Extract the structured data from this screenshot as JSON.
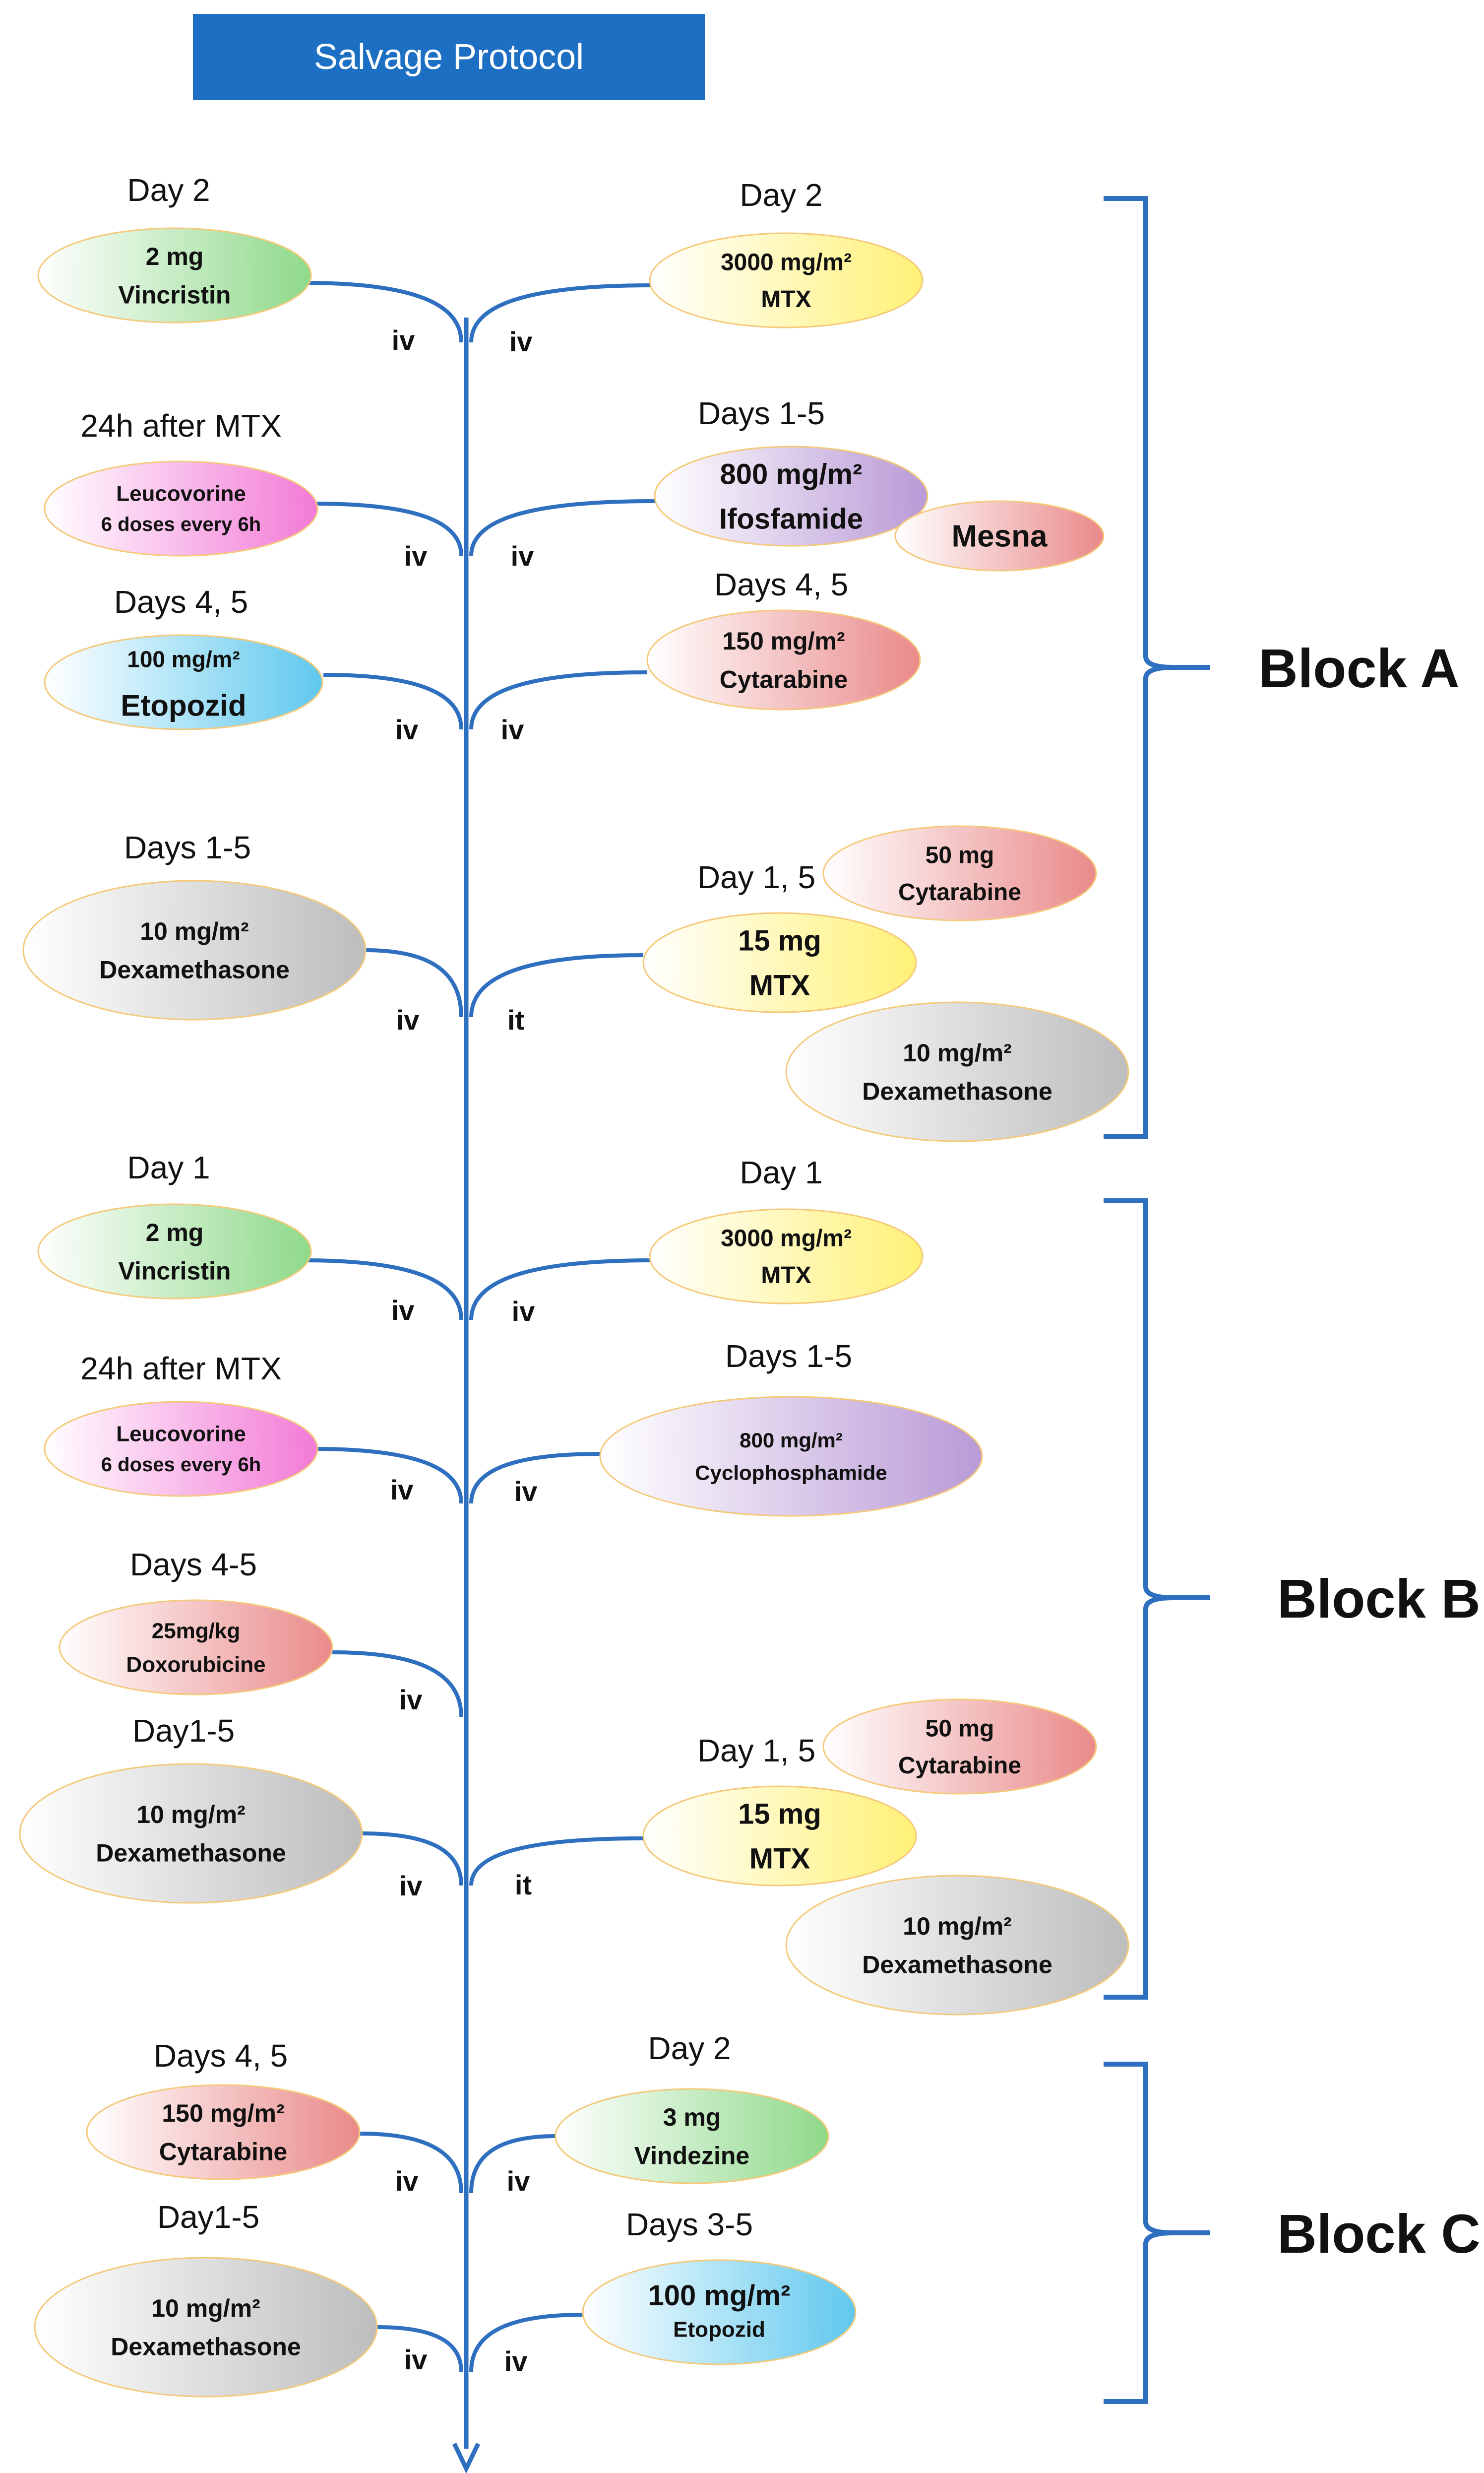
{
  "title": "Salvage Protocol",
  "colors": {
    "line": "#2f6fbf",
    "green": "#8fd98a",
    "yellow": "#fff176",
    "pink": "#f27ad6",
    "purple": "#b99ad6",
    "red": "#ea8a8a",
    "blue": "#5fc8ee",
    "gray": "#bdbdbd"
  },
  "blocks": [
    {
      "label": "Block A"
    },
    {
      "label": "Block B"
    },
    {
      "label": "Block C"
    }
  ],
  "drugs": [
    {
      "header": "Day 2",
      "lines": [
        "2 mg",
        "Vincristin"
      ],
      "color": "green"
    },
    {
      "header": "Day 2",
      "lines": [
        "3000 mg/m²",
        "MTX"
      ],
      "color": "yellow"
    },
    {
      "header": "24h after MTX",
      "lines": [
        "Leucovorine",
        "6 doses every 6h"
      ],
      "color": "pink"
    },
    {
      "header": "Days 1-5",
      "lines": [
        "800 mg/m²",
        "Ifosfamide"
      ],
      "color": "purple"
    },
    {
      "header": "",
      "lines": [
        "Mesna"
      ],
      "color": "red"
    },
    {
      "header": "Days 4, 5",
      "lines": [
        "100 mg/m²",
        "Etopozid"
      ],
      "color": "blue"
    },
    {
      "header": "Days 4, 5",
      "lines": [
        "150 mg/m²",
        "Cytarabine"
      ],
      "color": "red"
    },
    {
      "header": "Days 1-5",
      "lines": [
        "10 mg/m²",
        "Dexamethasone"
      ],
      "color": "gray"
    },
    {
      "header": "",
      "lines": [
        "50 mg",
        "Cytarabine"
      ],
      "color": "red"
    },
    {
      "header": "Day 1, 5",
      "lines": [
        "15 mg",
        "MTX"
      ],
      "color": "yellow"
    },
    {
      "header": "",
      "lines": [
        "10 mg/m²",
        "Dexamethasone"
      ],
      "color": "gray"
    },
    {
      "header": "Day 1",
      "lines": [
        "2 mg",
        "Vincristin"
      ],
      "color": "green"
    },
    {
      "header": "Day 1",
      "lines": [
        "3000 mg/m²",
        "MTX"
      ],
      "color": "yellow"
    },
    {
      "header": "24h after MTX",
      "lines": [
        "Leucovorine",
        "6 doses every 6h"
      ],
      "color": "pink"
    },
    {
      "header": "Days 1-5",
      "lines": [
        "800 mg/m²",
        "Cyclophosphamide"
      ],
      "color": "purple"
    },
    {
      "header": "Days 4-5",
      "lines": [
        "25mg/kg",
        "Doxorubicine"
      ],
      "color": "red"
    },
    {
      "header": "Day1-5",
      "lines": [
        "10 mg/m²",
        "Dexamethasone"
      ],
      "color": "gray"
    },
    {
      "header": "",
      "lines": [
        "50 mg",
        "Cytarabine"
      ],
      "color": "red"
    },
    {
      "header": "Day 1, 5",
      "lines": [
        "15 mg",
        "MTX"
      ],
      "color": "yellow"
    },
    {
      "header": "",
      "lines": [
        "10 mg/m²",
        "Dexamethasone"
      ],
      "color": "gray"
    },
    {
      "header": "Days 4, 5",
      "lines": [
        "150 mg/m²",
        "Cytarabine"
      ],
      "color": "red"
    },
    {
      "header": "Day 2",
      "lines": [
        "3 mg",
        "Vindezine"
      ],
      "color": "green"
    },
    {
      "header": "Day1-5",
      "lines": [
        "10 mg/m²",
        "Dexamethasone"
      ],
      "color": "gray"
    },
    {
      "header": "Days 3-5",
      "lines": [
        "100 mg/m²",
        "Etopozid"
      ],
      "color": "blue"
    }
  ],
  "routes": [
    "iv",
    "iv",
    "iv",
    "iv",
    "iv",
    "iv",
    "iv",
    "it",
    "iv",
    "iv",
    "iv",
    "iv",
    "iv",
    "iv",
    "it",
    "iv",
    "iv",
    "iv",
    "iv"
  ]
}
